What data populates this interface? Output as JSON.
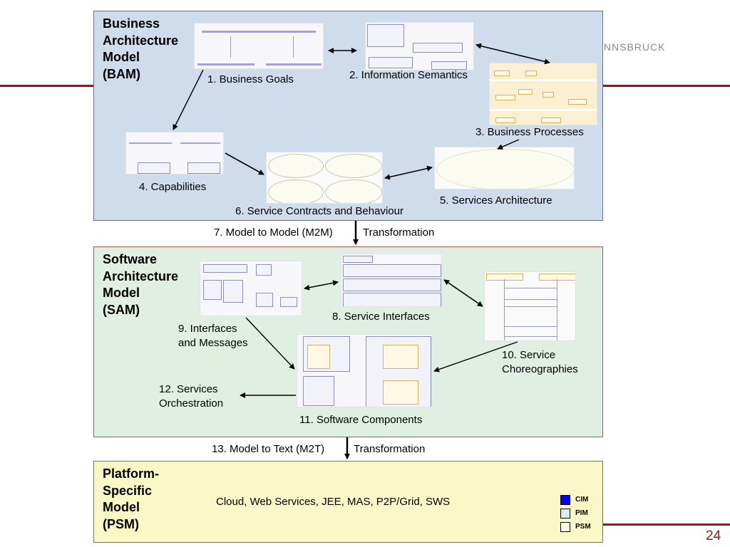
{
  "header": {
    "logo_text": "INNSBRUCK"
  },
  "page_number": "24",
  "panels": {
    "bam": {
      "title": "Business\nArchitecture\nModel\n(BAM)",
      "color": "#cfdcec",
      "items": [
        {
          "id": "1",
          "label": "1. Business Goals"
        },
        {
          "id": "2",
          "label": "2. Information Semantics"
        },
        {
          "id": "3",
          "label": "3. Business Processes"
        },
        {
          "id": "4",
          "label": "4. Capabilities"
        },
        {
          "id": "5",
          "label": "5. Services Architecture"
        },
        {
          "id": "6",
          "label": "6. Service Contracts and Behaviour"
        }
      ]
    },
    "sam": {
      "title": "Software\nArchitecture\nModel\n(SAM)",
      "color": "#dff0e3",
      "items": [
        {
          "id": "8",
          "label": "8. Service Interfaces"
        },
        {
          "id": "9",
          "label": "9. Interfaces\nand Messages"
        },
        {
          "id": "10",
          "label": "10. Service\nChoreographies"
        },
        {
          "id": "11",
          "label": "11. Software Components"
        },
        {
          "id": "12",
          "label": "12. Services\nOrchestration"
        }
      ]
    },
    "psm": {
      "title": "Platform-\nSpecific\nModel\n(PSM)",
      "color": "#fbf8c8",
      "platforms": "Cloud, Web Services, JEE, MAS, P2P/Grid, SWS"
    }
  },
  "transformations": {
    "m2m": {
      "left": "7. Model to Model (M2M)",
      "right": "Transformation"
    },
    "m2t": {
      "left": "13. Model to Text (M2T)",
      "right": "Transformation"
    }
  },
  "legend": [
    {
      "label": "CIM",
      "color": "#0000ff"
    },
    {
      "label": "PIM",
      "color": "#dcecec"
    },
    {
      "label": "PSM",
      "color": "#fdfbe0"
    }
  ]
}
